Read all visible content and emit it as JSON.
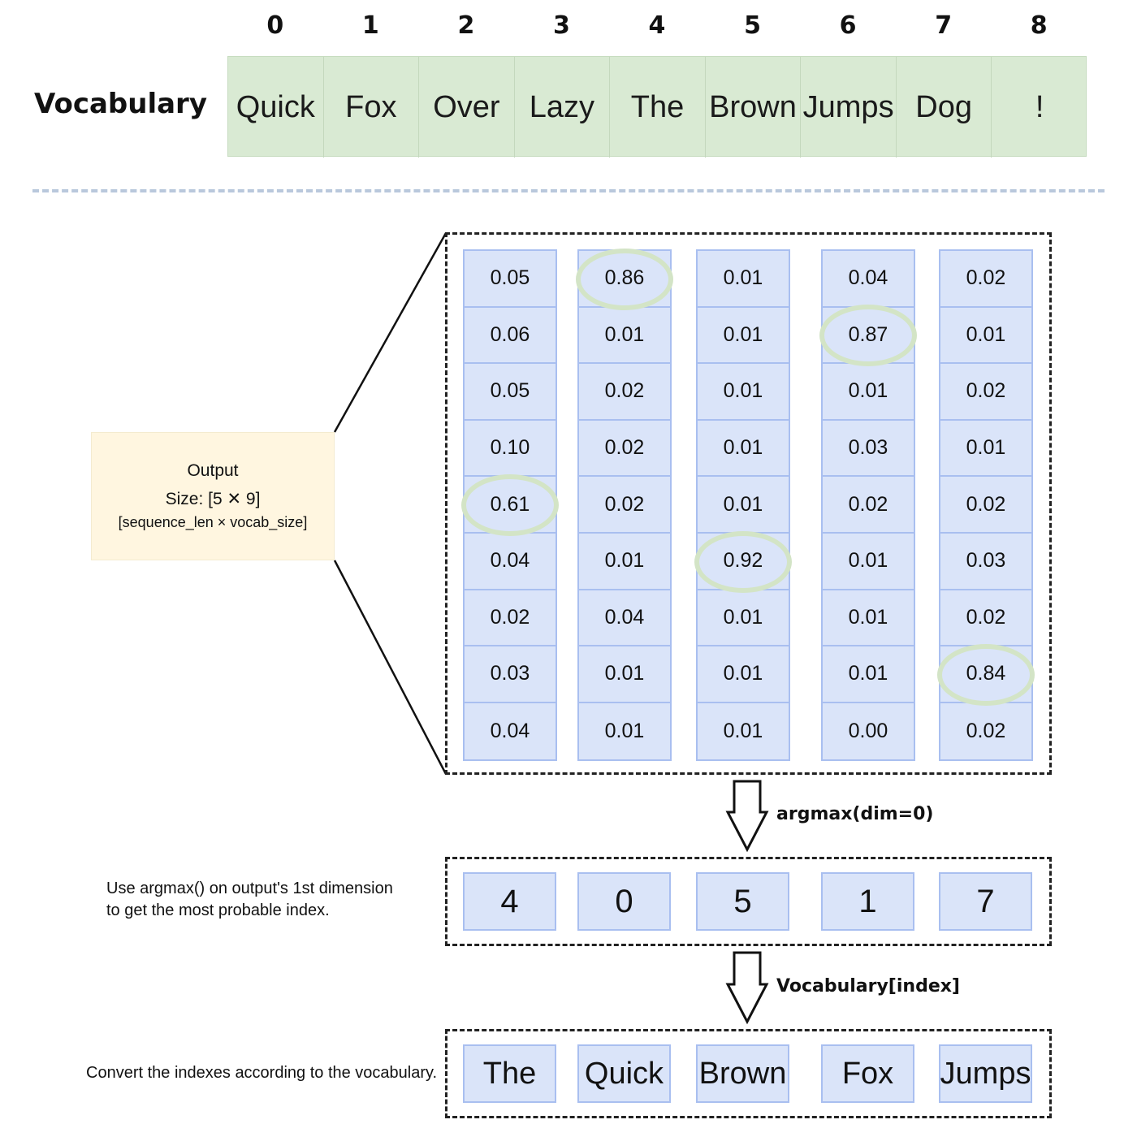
{
  "vocabulary": {
    "title": "Vocabulary",
    "indices": [
      "0",
      "1",
      "2",
      "3",
      "4",
      "5",
      "6",
      "7",
      "8"
    ],
    "words": [
      "Quick",
      "Fox",
      "Over",
      "Lazy",
      "The",
      "Brown",
      "Jumps",
      "Dog",
      "!"
    ]
  },
  "output_box": {
    "line1": "Output",
    "line2": "Size: [5 ✕ 9]",
    "line3": "[sequence_len × vocab_size]"
  },
  "matrix": {
    "columns": [
      [
        "0.05",
        "0.06",
        "0.05",
        "0.10",
        "0.61",
        "0.04",
        "0.02",
        "0.03",
        "0.04"
      ],
      [
        "0.86",
        "0.01",
        "0.02",
        "0.02",
        "0.02",
        "0.01",
        "0.04",
        "0.01",
        "0.01"
      ],
      [
        "0.01",
        "0.01",
        "0.01",
        "0.01",
        "0.01",
        "0.92",
        "0.01",
        "0.01",
        "0.01"
      ],
      [
        "0.04",
        "0.87",
        "0.01",
        "0.03",
        "0.02",
        "0.01",
        "0.01",
        "0.01",
        "0.00"
      ],
      [
        "0.02",
        "0.01",
        "0.02",
        "0.01",
        "0.02",
        "0.03",
        "0.02",
        "0.84",
        "0.02"
      ]
    ],
    "highlighted_rows": [
      4,
      0,
      5,
      1,
      7
    ],
    "highlight_color": "#d3e4c6"
  },
  "argmax": {
    "label": "argmax(dim=0)",
    "indices": [
      "4",
      "0",
      "5",
      "1",
      "7"
    ],
    "note_line1": "Use argmax() on output's 1st dimension",
    "note_line2": "to get the most probable index."
  },
  "lookup": {
    "label": "Vocabulary[index]",
    "words": [
      "The",
      "Quick",
      "Brown",
      "Fox",
      "Jumps"
    ],
    "note": "Convert the indexes according to the vocabulary."
  },
  "colors": {
    "vocab_fill": "#d9ead3",
    "cell_fill": "#dae4f9",
    "cell_border": "#a9bff0",
    "output_fill": "#fff6e0",
    "separator": "#b9c8dc"
  }
}
